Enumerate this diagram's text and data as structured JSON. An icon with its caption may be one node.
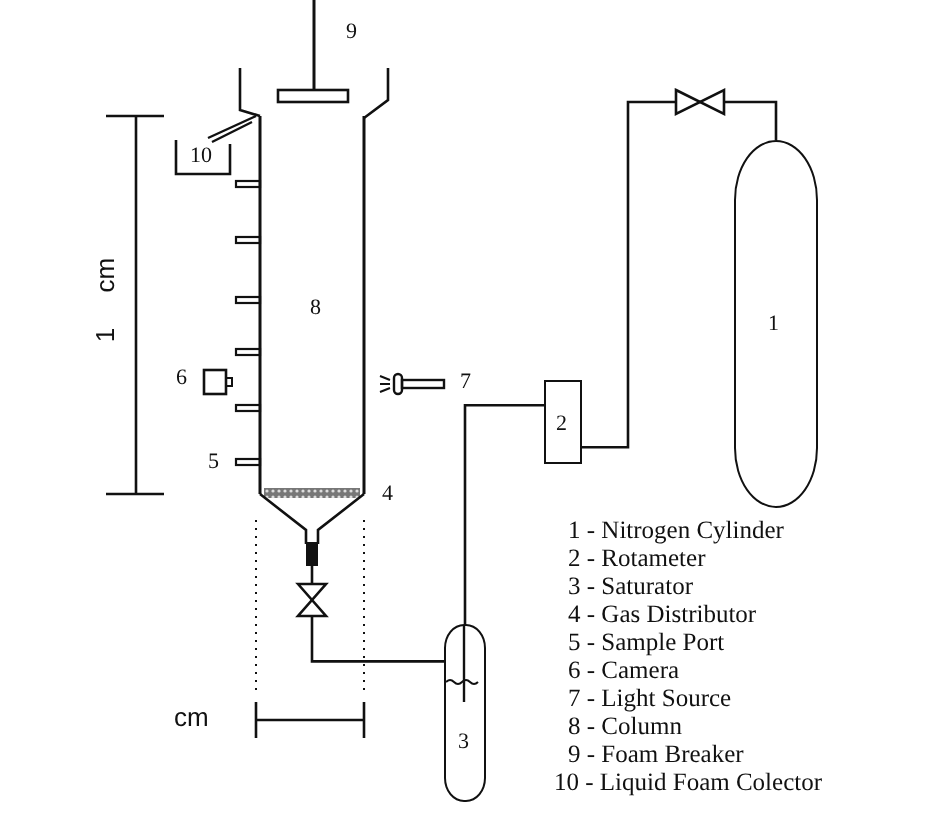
{
  "diagram": {
    "nodes": [
      {
        "text": [
          "1"
        ]
      },
      {
        "text": [
          "2"
        ]
      },
      {
        "text": [
          "3"
        ]
      },
      {
        "text": [
          "8"
        ]
      }
    ],
    "edges": [
      {
        "from": 0,
        "to": 1,
        "arrow": "none"
      },
      {
        "from": 1,
        "to": 2,
        "arrow": "none"
      },
      {
        "from": 2,
        "to": 3,
        "arrow": "none"
      }
    ],
    "labels": [
      "9",
      "10",
      "1 cm",
      "6",
      "7",
      "5",
      "4",
      "cm",
      "1 - Nitrogen Cylinder",
      "2 - Rotameter",
      "3 - Saturator",
      "4 - Gas Distributor",
      "5 - Sample Port",
      "6 - Camera",
      "7 - Light Source",
      "8 - Column",
      "9 - Foam Breaker",
      "10 - Liquid Foam Colector"
    ]
  }
}
